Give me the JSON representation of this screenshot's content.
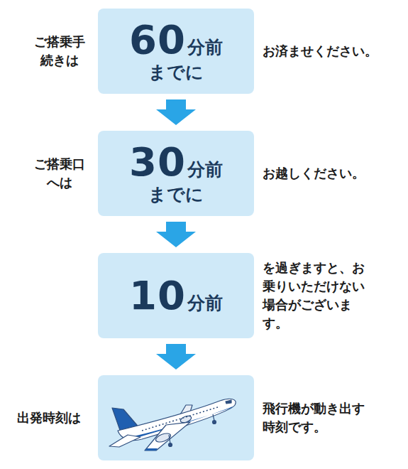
{
  "diagram": {
    "nodes": [
      {
        "text": [
          "ご搭乗手続きは",
          "60",
          "分前",
          "までに",
          "お済ませください。"
        ]
      },
      {
        "text": [
          "ご搭乗口へは",
          "30",
          "分前",
          "までに",
          "お越しください。"
        ]
      },
      {
        "text": [
          "10",
          "分前",
          "を過ぎますと、お乗りいただけない場合がございます。"
        ]
      },
      {
        "text": [
          "出発時刻は",
          "飛行機が動き出す時刻です。"
        ]
      }
    ],
    "edges": [
      {
        "from": 0,
        "to": 1,
        "arrow": "to"
      },
      {
        "from": 1,
        "to": 2,
        "arrow": "to"
      },
      {
        "from": 2,
        "to": 3,
        "arrow": "to"
      }
    ]
  }
}
